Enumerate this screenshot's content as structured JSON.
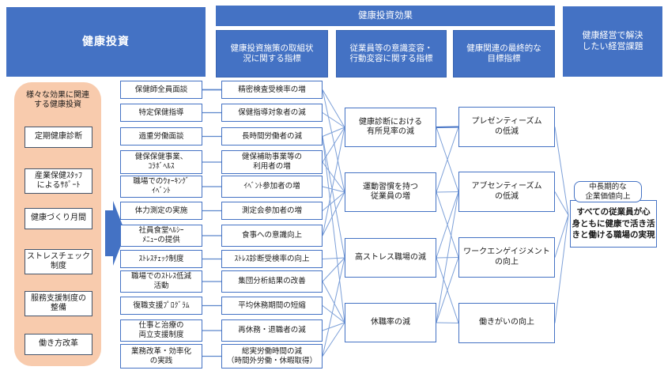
{
  "top": {
    "investment": "健康投資",
    "effect_header": "健康投資効果",
    "process_header": "健康投資施策の取組状\n況に関する指標",
    "behavior_header": "従業員等の意識変容・\n行動変容に関する指標",
    "target_header": "健康関連の最終的な\n目標指標",
    "issues": "健康経営で解決\nしたい経営課題"
  },
  "left_panel": {
    "title": "様々な効果に関連\nする健康投資",
    "items": [
      "定期健康診断",
      "産業保健ｽﾀｯﾌ\nによるｻﾎﾟｰﾄ",
      "健康づくり月間",
      "ストレスチェック\n制度",
      "服務支援制度の\n整備",
      "働き方改革"
    ]
  },
  "rows": [
    {
      "activity": "保健師全員面談",
      "indicator": "精密検査受検率の増"
    },
    {
      "activity": "特定保健指導",
      "indicator": "保健指導対象者の減"
    },
    {
      "activity": "過重労働面談",
      "indicator": "長時間労働者の減"
    },
    {
      "activity": "健保保健事業、\nｺﾗﾎﾞﾍﾙｽ",
      "indicator": "健保補助事業等の\n利用者の増"
    },
    {
      "activity": "職場でのｳｫｰｷﾝｸﾞ\nｲﾍﾞﾝﾄ",
      "indicator": "ｲﾍﾞﾝﾄ参加者の増"
    },
    {
      "activity": "体力測定の実施",
      "indicator": "測定会参加者の増"
    },
    {
      "activity": "社員食堂ﾍﾙｼｰ\nﾒﾆｭｰの提供",
      "indicator": "食事への意識向上"
    },
    {
      "activity": "ｽﾄﾚｽﾁｪｯｸ制度",
      "indicator": "ｽﾄﾚｽ診断受検率の向上"
    },
    {
      "activity": "職場でのｽﾄﾚｽ低減\n活動",
      "indicator": "集団分析結果の改善"
    },
    {
      "activity": "復職支援ﾌﾟﾛｸﾞﾗﾑ",
      "indicator": "平均休務期間の短縮"
    },
    {
      "activity": "仕事と治療の\n両立支援制度",
      "indicator": "再休務・退職者の減"
    },
    {
      "activity": "業務改革・効率化\nの実践",
      "indicator": "総実労働時間の減\n（時間外労働・休暇取得）"
    }
  ],
  "behavior_boxes": [
    "健康診断における\n有所見率の減",
    "運動習慣を持つ\n従業員の増",
    "高ストレス職場の減",
    "休職率の減"
  ],
  "target_boxes": [
    "プレゼンティーズム\nの低減",
    "アブセンティーズム\nの低減",
    "ワークエンゲイジメント\nの向上",
    "働きがいの向上"
  ],
  "goal": {
    "title": "中長期的な\n企業価値向上",
    "body": "すべての従業員が心\n身ともに健康で活き活\nきと働ける職場の実現"
  },
  "connections": {
    "activity_to_indicator": [
      1,
      2,
      3,
      4,
      5,
      6,
      7,
      8,
      9,
      10,
      11,
      12
    ],
    "indicator_to_behavior": [
      [
        1,
        1
      ],
      [
        1,
        2
      ],
      [
        2,
        1
      ],
      [
        3,
        1
      ],
      [
        4,
        1
      ],
      [
        4,
        2
      ],
      [
        5,
        2
      ],
      [
        6,
        2
      ],
      [
        7,
        1
      ],
      [
        7,
        2
      ],
      [
        3,
        3
      ],
      [
        8,
        3
      ],
      [
        9,
        3
      ],
      [
        12,
        3
      ],
      [
        3,
        4
      ],
      [
        9,
        4
      ],
      [
        10,
        4
      ],
      [
        11,
        4
      ],
      [
        12,
        4
      ]
    ],
    "behavior_to_target": [
      [
        1,
        1
      ],
      [
        1,
        2
      ],
      [
        2,
        1
      ],
      [
        2,
        2
      ],
      [
        2,
        3
      ],
      [
        3,
        2
      ],
      [
        3,
        3
      ],
      [
        3,
        4
      ],
      [
        4,
        2
      ],
      [
        4,
        3
      ],
      [
        4,
        4
      ]
    ],
    "target_to_goal": [
      1,
      2,
      3,
      4
    ]
  },
  "colors": {
    "header_blue": "#4472C4",
    "box_border_blue": "#4472C4",
    "line_blue": "#7DA0D8",
    "line_accent": "#4472C4",
    "connector_blue": "#5d87cc",
    "panel_orange": "#F8CBAD",
    "panel_item_border": "#44546A"
  }
}
